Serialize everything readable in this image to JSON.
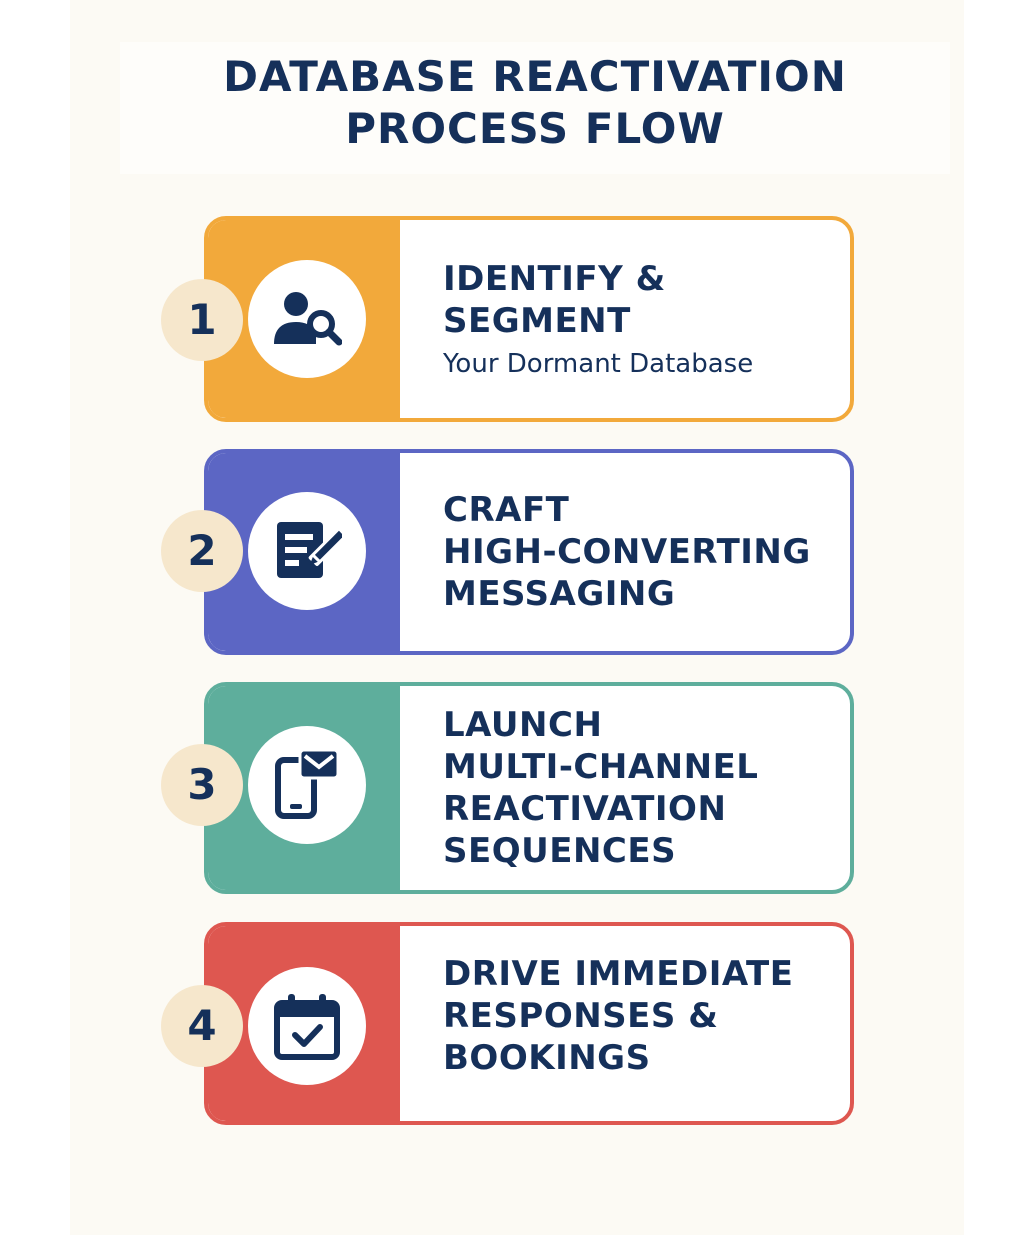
{
  "title": {
    "line1": "DATABASE REACTIVATION",
    "line2": "PROCESS FLOW"
  },
  "colors": {
    "navy": "#15305a",
    "badge": "#f6e7cc",
    "background": "#fcfaf4"
  },
  "steps": [
    {
      "number": "1",
      "icon": "user-search-icon",
      "color": "#f2a93b",
      "heading": [
        "IDENTIFY &",
        "SEGMENT"
      ],
      "subtext": "Your Dormant Database"
    },
    {
      "number": "2",
      "icon": "document-edit-icon",
      "color": "#5c66c4",
      "heading": [
        "CRAFT",
        "HIGH-CONVERTING",
        "MESSAGING"
      ],
      "subtext": ""
    },
    {
      "number": "3",
      "icon": "phone-message-icon",
      "color": "#5eae9c",
      "heading": [
        "LAUNCH",
        "MULTI-CHANNEL",
        "REACTIVATION",
        "SEQUENCES"
      ],
      "subtext": ""
    },
    {
      "number": "4",
      "icon": "calendar-check-icon",
      "color": "#de5750",
      "heading": [
        "DRIVE IMMEDIATE",
        "RESPONSES &",
        "BOOKINGS"
      ],
      "subtext": ""
    }
  ]
}
